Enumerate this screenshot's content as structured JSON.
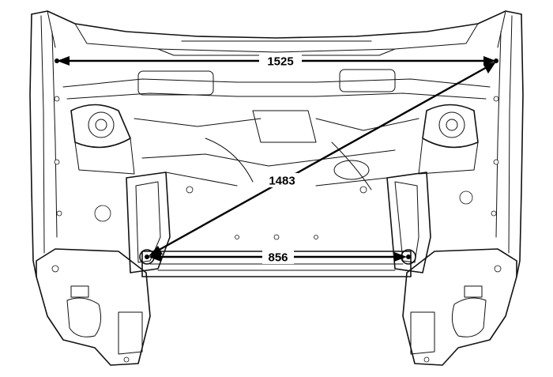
{
  "dimensions": [
    {
      "id": "1525",
      "label": "1525"
    },
    {
      "id": "1483",
      "label": "1483"
    },
    {
      "id": "856",
      "label": "856"
    }
  ],
  "colors": {
    "line": "#111111",
    "background": "#ffffff"
  }
}
